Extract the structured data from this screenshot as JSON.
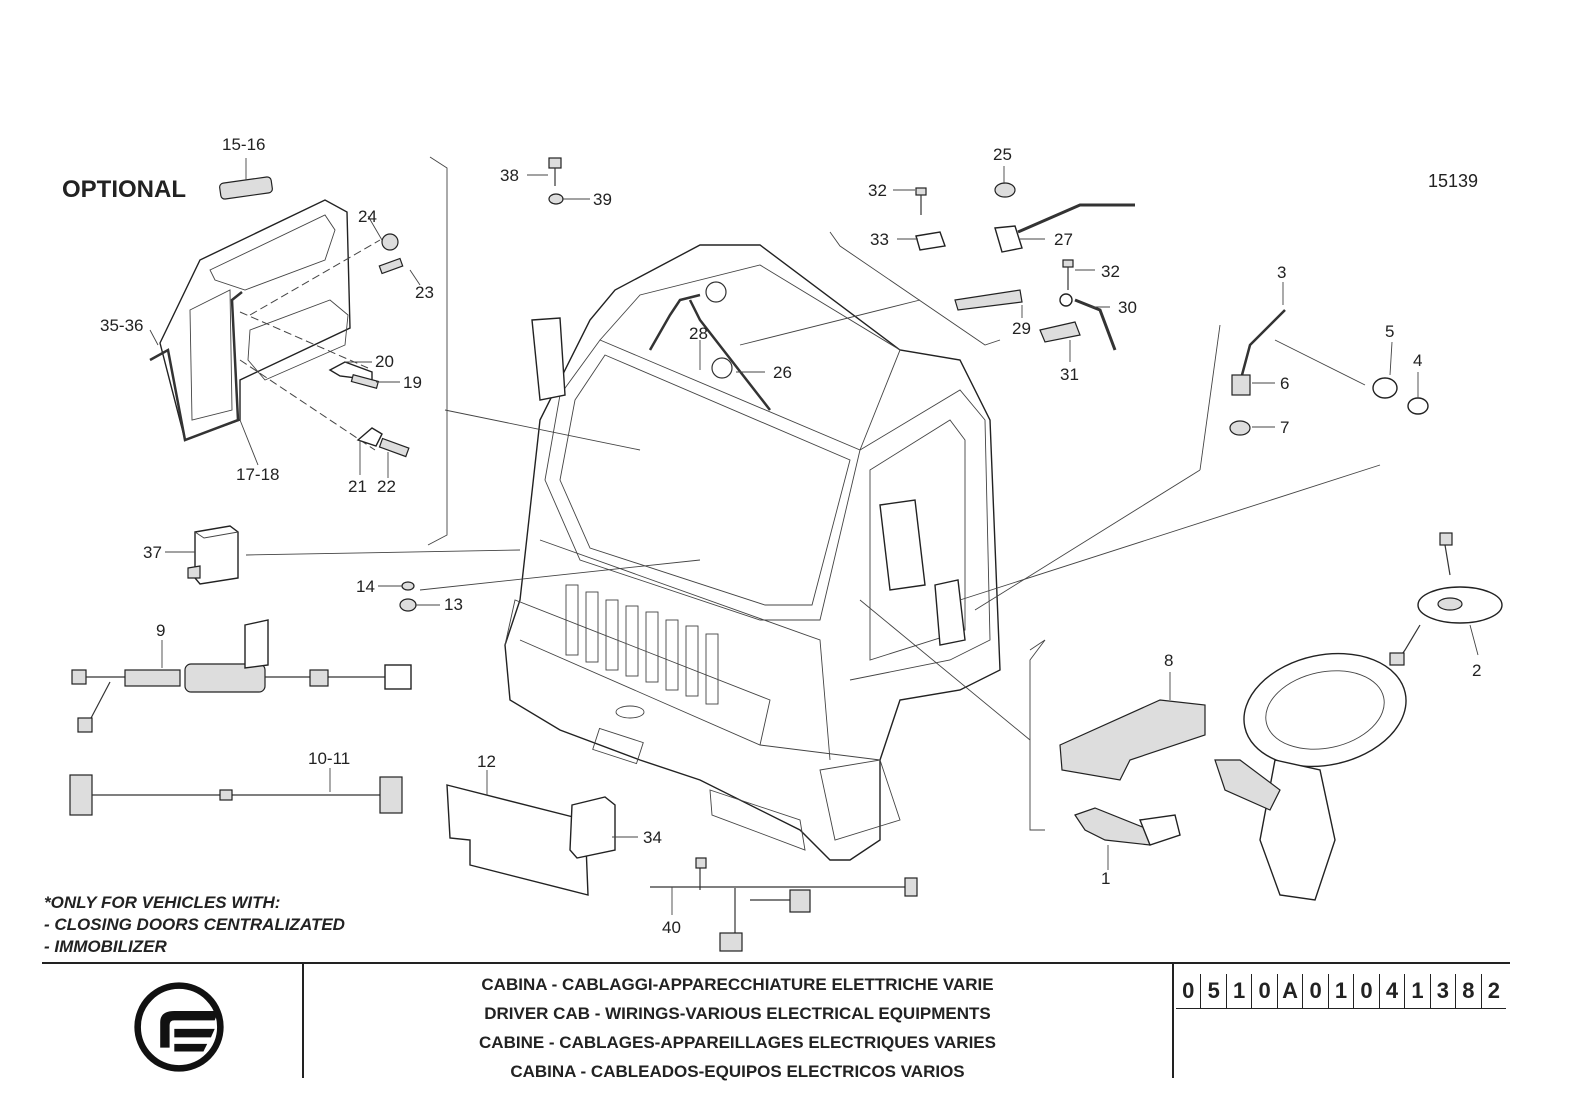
{
  "header": {
    "optional_label": "OPTIONAL",
    "drawing_number": "15139"
  },
  "callouts": [
    "15-16",
    "24",
    "23",
    "35-36",
    "20",
    "19",
    "17-18",
    "21",
    "22",
    "38",
    "39",
    "37",
    "14",
    "13",
    "9",
    "10-11",
    "12",
    "34",
    "40",
    "32",
    "33",
    "25",
    "27",
    "29",
    "32",
    "30",
    "31",
    "28",
    "26",
    "3",
    "5",
    "4",
    "6",
    "7",
    "2",
    "8",
    "1"
  ],
  "note": {
    "lines": [
      "*ONLY FOR VEHICLES WITH:",
      "- CLOSING DOORS CENTRALIZATED",
      "- IMMOBILIZER"
    ]
  },
  "title_block": {
    "titles": [
      "CABINA - CABLAGGI-APPARECCHIATURE ELETTRICHE VARIE",
      "DRIVER CAB - WIRINGS-VARIOUS ELECTRICAL EQUIPMENTS",
      "CABINE - CABLAGES-APPAREILLAGES ELECTRIQUES VARIES",
      "CABINA - CABLEADOS-EQUIPOS ELECTRICOS VARIOS"
    ],
    "code_chars": [
      "0",
      "5",
      "1",
      "0",
      "A",
      "0",
      "1",
      "0",
      "4",
      "1",
      "3",
      "8",
      "2"
    ]
  }
}
